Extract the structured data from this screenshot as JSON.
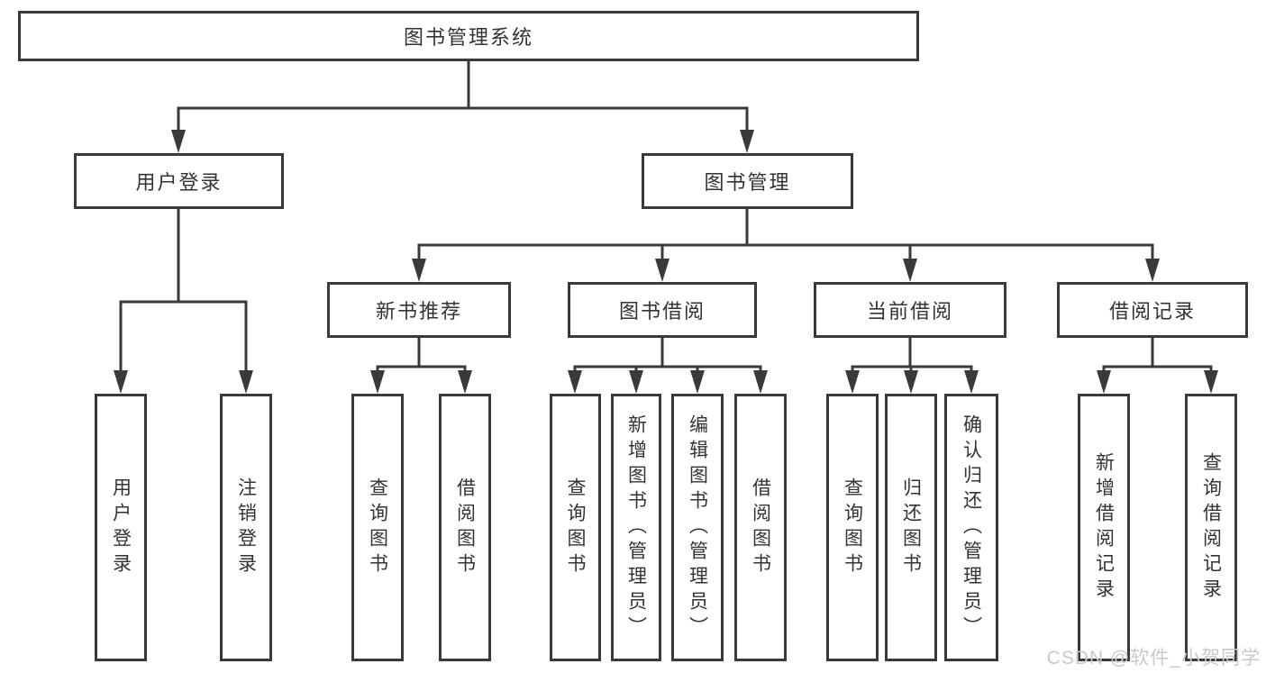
{
  "colors": {
    "line": "#3a3a3a",
    "text": "#333333",
    "watermark": "#c9c9c9",
    "background": "#ffffff"
  },
  "tree": {
    "root": {
      "label": "图书管理系统",
      "children": [
        {
          "label": "用户登录",
          "children": [
            {
              "label": "用户登录"
            },
            {
              "label": "注销登录"
            }
          ]
        },
        {
          "label": "图书管理",
          "children": [
            {
              "label": "新书推荐",
              "children": [
                {
                  "label": "查询图书"
                },
                {
                  "label": "借阅图书"
                }
              ]
            },
            {
              "label": "图书借阅",
              "children": [
                {
                  "label": "查询图书"
                },
                {
                  "label": "新增图书（管理员）"
                },
                {
                  "label": "编辑图书（管理员）"
                },
                {
                  "label": "借阅图书"
                }
              ]
            },
            {
              "label": "当前借阅",
              "children": [
                {
                  "label": "查询图书"
                },
                {
                  "label": "归还图书"
                },
                {
                  "label": "确认归还（管理员）"
                }
              ]
            },
            {
              "label": "借阅记录",
              "children": [
                {
                  "label": "新增借阅记录"
                },
                {
                  "label": "查询借阅记录"
                }
              ]
            }
          ]
        }
      ]
    }
  },
  "watermark": {
    "text": "CSDN @软件_小贺同学"
  }
}
